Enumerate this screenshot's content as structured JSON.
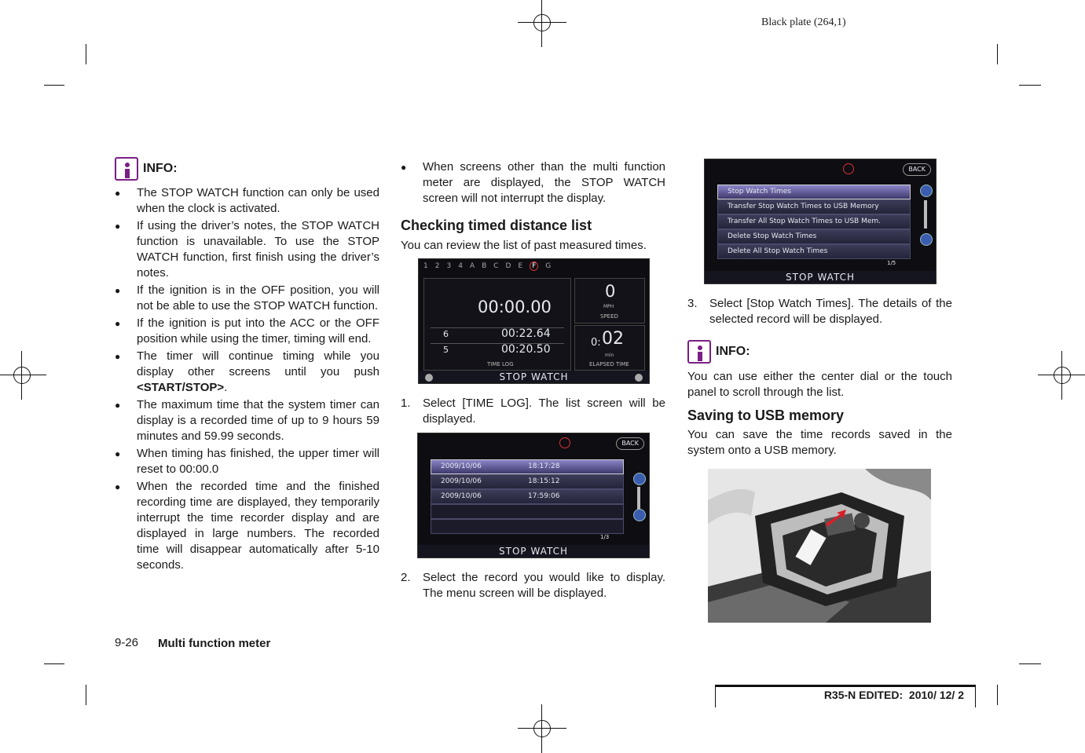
{
  "plate": "Black plate (264,1)",
  "col1": {
    "info_label": "INFO:",
    "bullets": [
      "The STOP WATCH function can only be used when the clock is activated.",
      "If using the driver’s notes, the STOP WATCH function is unavailable. To use the STOP WATCH function, first finish using the driver’s notes.",
      "If the ignition is in the OFF position, you will not be able to use the STOP WATCH function.",
      "If the ignition is put into the ACC or the OFF position while using the timer, timing will end.",
      "The timer will continue timing while you display other screens until you push",
      "The maximum time that the system timer can display is a recorded time of up to 9 hours 59 minutes and 59.99 seconds.",
      "When timing has finished, the upper timer will reset to 00:00.0",
      "When the recorded time and the finished recording time are displayed, they temporarily interrupt the time recorder display and are displayed in large numbers. The recorded time will disappear automatically after 5-10 seconds."
    ],
    "bullet5_bold": "<START/STOP>"
  },
  "col2": {
    "bullet_top": "When screens other than the multi function meter are displayed, the STOP WATCH screen will not interrupt the display.",
    "heading": "Checking timed distance list",
    "intro": "You can review the list of past measured times.",
    "step1": "Select [TIME LOG]. The list screen will be displayed.",
    "step2": "Select the record you would like to display. The menu screen will be displayed."
  },
  "col3": {
    "step3": "Select [Stop Watch Times]. The details of the selected record will be displayed.",
    "info_label": "INFO:",
    "info_text": "You can use either the center dial or the touch panel to scroll through the list.",
    "heading": "Saving to USB memory",
    "usb_text": "You can save the time records saved in the system onto a USB memory."
  },
  "screen1": {
    "tabs": [
      "1",
      "2",
      "3",
      "4",
      "A",
      "B",
      "C",
      "D",
      "E"
    ],
    "active_tab": "F",
    "last_tab": "G",
    "main_time": "00:00.00",
    "log": [
      {
        "n": "6",
        "t": "00:22.64"
      },
      {
        "n": "5",
        "t": "00:20.50"
      }
    ],
    "time_log_label": "TIME LOG",
    "speed_value": "0",
    "speed_unit": "MPH",
    "speed_label": "SPEED",
    "elapsed_prefix": "0:",
    "elapsed_value": "02",
    "elapsed_unit": "min",
    "elapsed_label": "ELAPSED TIME",
    "title": "STOP WATCH"
  },
  "screen2": {
    "back": "BACK",
    "rows": [
      {
        "date": "2009/10/06",
        "time": "18:17:28"
      },
      {
        "date": "2009/10/06",
        "time": "18:15:12"
      },
      {
        "date": "2009/10/06",
        "time": "17:59:06"
      }
    ],
    "page": "1/3",
    "title": "STOP WATCH"
  },
  "screen3": {
    "back": "BACK",
    "items": [
      "Stop Watch Times",
      "Transfer Stop Watch Times to USB Memory",
      "Transfer All Stop Watch Times to USB Mem.",
      "Delete Stop Watch Times",
      "Delete All Stop Watch Times"
    ],
    "page": "1/5",
    "title": "STOP WATCH"
  },
  "footer": {
    "page_num": "9-26",
    "section": "Multi function meter",
    "edited": "R35-N EDITED:  2010/ 12/ 2"
  },
  "colors": {
    "info_purple": "#7a1f85",
    "usb_arrow": "#d8202a"
  }
}
